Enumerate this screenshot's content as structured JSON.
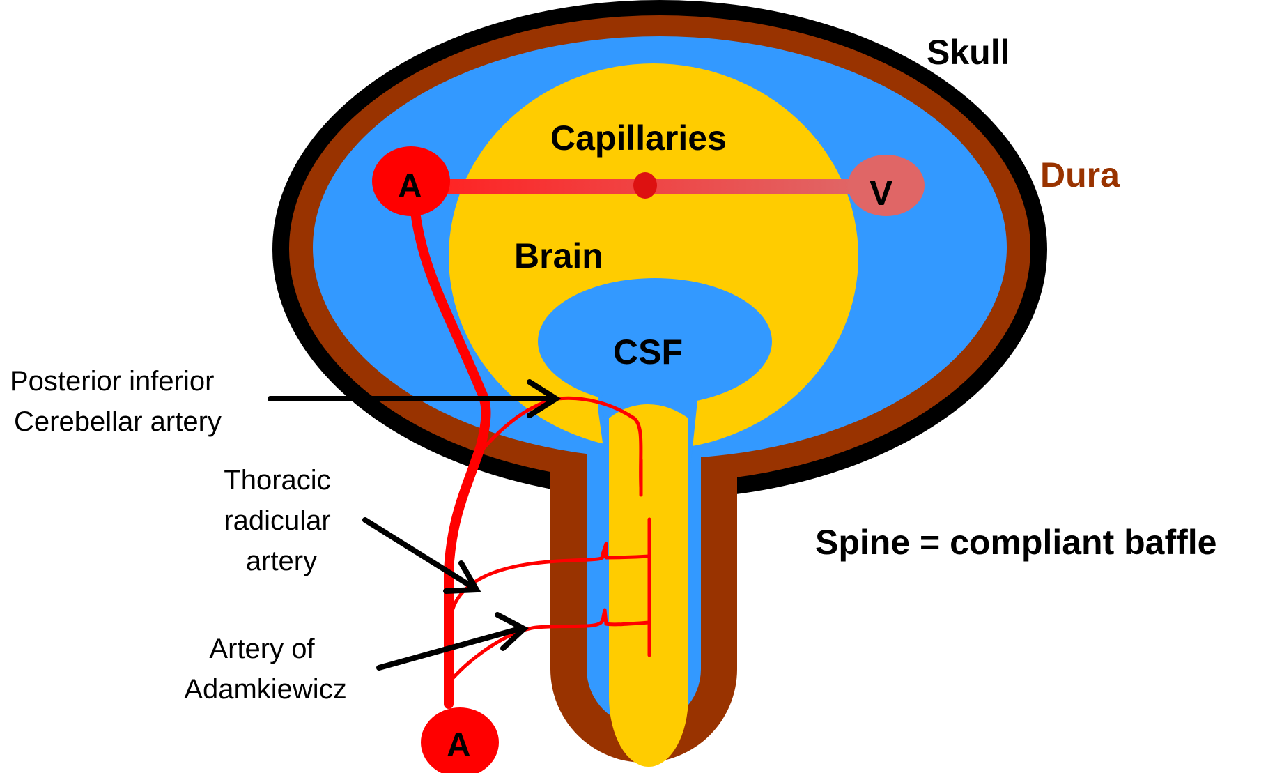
{
  "labels": {
    "skull": "Skull",
    "dura": "Dura",
    "capillaries": "Capillaries",
    "brain": "Brain",
    "csf": "CSF",
    "artery_top": "A",
    "vein": "V",
    "artery_bottom": "A",
    "spine_caption": "Spine = compliant baffle",
    "pica_line1": "Posterior inferior",
    "pica_line2": "Cerebellar artery",
    "thoracic_line1": "Thoracic",
    "thoracic_line2": "radicular",
    "thoracic_line3": "artery",
    "adamkiewicz_line1": "Artery of",
    "adamkiewicz_line2": "Adamkiewicz"
  },
  "colors": {
    "skull": "#000000",
    "dura": "#993300",
    "csf_space": "#3399ff",
    "brain": "#ffcc00",
    "artery": "#ff0000",
    "vein": "#e06666",
    "dura_label": "#993300"
  }
}
